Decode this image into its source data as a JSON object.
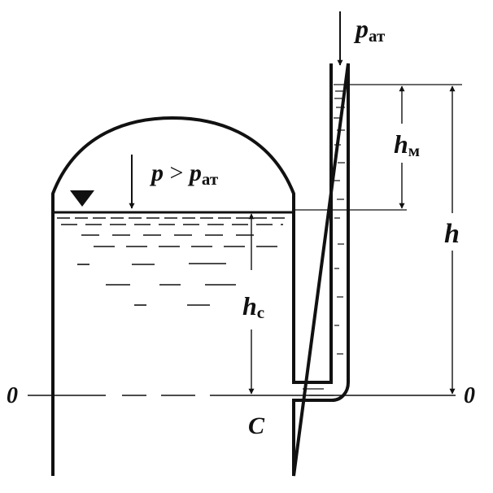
{
  "labels": {
    "p_atm_top": {
      "main": "p",
      "sub": "ат"
    },
    "p_inside": {
      "main": "p",
      "op": " > ",
      "rhs_main": "p",
      "rhs_sub": "ат"
    },
    "h_m": {
      "main": "h",
      "sub": "м"
    },
    "h": "h",
    "h_c": {
      "main": "h",
      "sub": "с"
    },
    "zero_left": "0",
    "zero_right": "0",
    "point_c": "C"
  },
  "colors": {
    "ink": "#111111",
    "background": "#ffffff"
  },
  "icons": {
    "free_surface_marker": "downward-triangle-icon",
    "pressure_arrow": "arrow-down-icon"
  }
}
